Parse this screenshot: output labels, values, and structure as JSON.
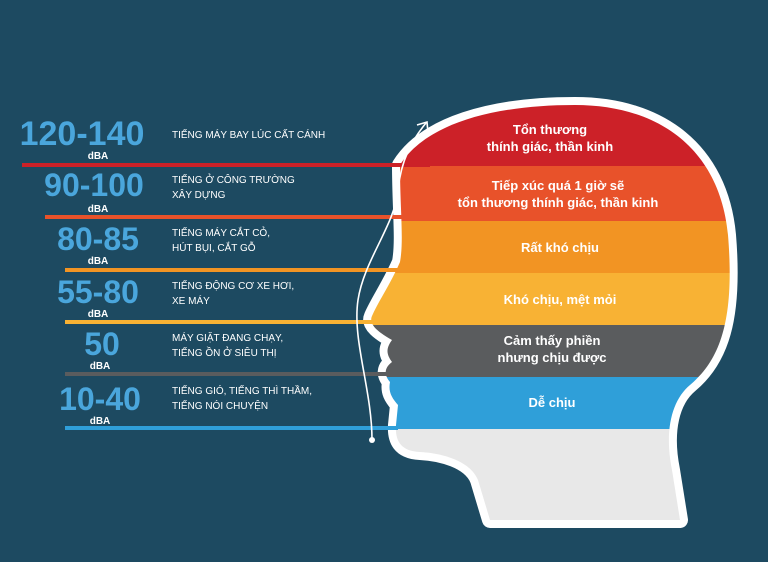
{
  "levels": [
    {
      "db": "120-140",
      "unit": "dBA",
      "source": [
        "TIẾNG MÁY BAY LÚC CẤT CÁNH"
      ],
      "effect": [
        "Tổn thương",
        "thính giác, thần kinh"
      ],
      "color": "#cc2128"
    },
    {
      "db": "90-100",
      "unit": "dBA",
      "source": [
        "TIẾNG Ở CÔNG TRƯỜNG",
        "XÂY DỰNG"
      ],
      "effect": [
        "Tiếp xúc quá 1 giờ sẽ",
        "tổn thương thính giác, thần kinh"
      ],
      "color": "#e8522a"
    },
    {
      "db": "80-85",
      "unit": "dBA",
      "source": [
        "TIẾNG MÁY CẮT CỎ,",
        "HÚT BỤI, CẮT GỖ"
      ],
      "effect": [
        "Rất khó chịu"
      ],
      "color": "#f29423"
    },
    {
      "db": "55-80",
      "unit": "dBA",
      "source": [
        "TIẾNG ĐỘNG CƠ XE HƠI,",
        "XE MÁY"
      ],
      "effect": [
        "Khó chịu, mệt mỏi"
      ],
      "color": "#f8b234"
    },
    {
      "db": "50",
      "unit": "dBA",
      "source": [
        "MÁY GIẶT ĐANG CHẠY,",
        "TIẾNG ỒN Ở SIÊU THỊ"
      ],
      "effect": [
        "Cảm thấy phiền",
        "nhưng chịu được"
      ],
      "color": "#5a5c5e"
    },
    {
      "db": "10-40",
      "unit": "dBA",
      "source": [
        "TIẾNG GIÓ, TIẾNG THÌ THẦM,",
        "TIẾNG NÓI CHUYỆN"
      ],
      "effect": [
        "Dễ chịu"
      ],
      "color": "#2f9fd9"
    }
  ],
  "colors": {
    "background": "#1d4a61",
    "head_bottom": "#e8e8e8",
    "outline": "#ffffff",
    "dbNumber": "#4aa6dc"
  }
}
